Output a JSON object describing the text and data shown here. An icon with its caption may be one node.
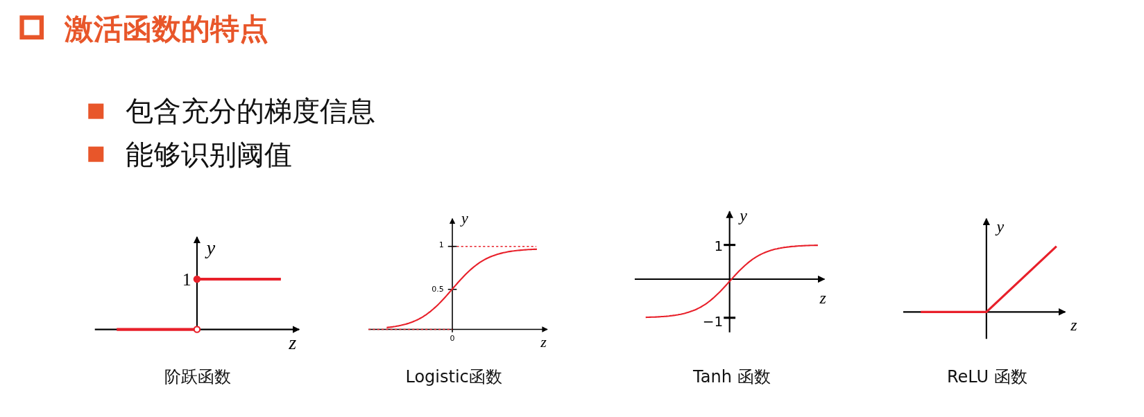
{
  "diagram": {
    "title": "激活函数的特点",
    "labels": [
      "包含充分的梯度信息",
      "能够识别阈值",
      "y",
      "1",
      "z",
      "阶跃函数",
      "y",
      "1",
      "0.5",
      "0",
      "z",
      "Logistic函数",
      "y",
      "1",
      "−1",
      "z",
      "Tanh 函数",
      "y",
      "z",
      "ReLU 函数"
    ]
  }
}
